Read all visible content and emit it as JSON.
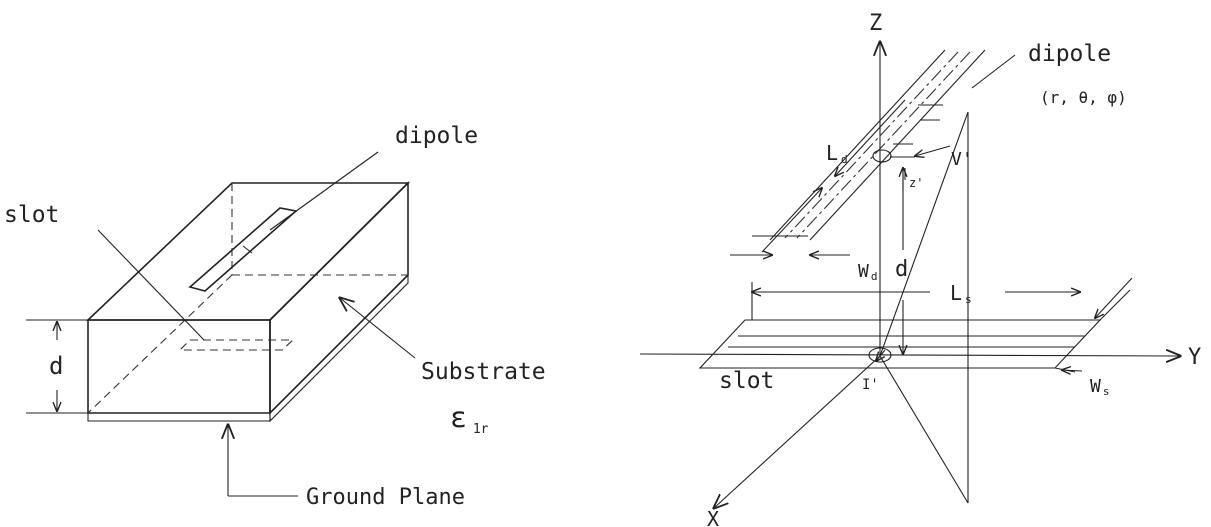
{
  "left_figure": {
    "labels": {
      "dipole": "dipole",
      "slot": "slot",
      "d": "d",
      "substrate": "Substrate",
      "epsilon": "ε",
      "epsilon_sub": "1r",
      "ground_plane": "Ground Plane"
    }
  },
  "right_figure": {
    "labels": {
      "z_axis": "Z",
      "y_axis": "Y",
      "x_axis": "X",
      "dipole": "dipole",
      "spherical_coords": "(r, θ, φ)",
      "ld": "L",
      "ld_sub": "d",
      "v_prime": "V'",
      "z_prime": "z'",
      "d": "d",
      "wd": "W",
      "wd_sub": "d",
      "ls": "L",
      "ls_sub": "s",
      "ws": "W",
      "ws_sub": "s",
      "slot": "slot",
      "i_prime": "I'"
    }
  }
}
